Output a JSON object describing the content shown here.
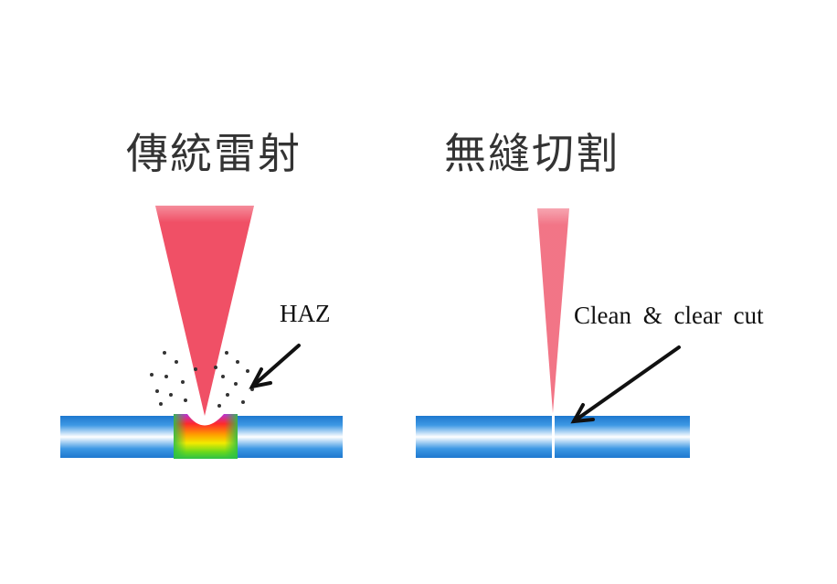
{
  "left_panel": {
    "title": "傳統雷射",
    "annotation": "HAZ",
    "beam_color": "#e8213c"
  },
  "right_panel": {
    "title": "無縫切割",
    "annotation": "Clean   & clear  cut",
    "beam_color": "#e8213c"
  },
  "colors": {
    "substrate_blue": "#2a8ad8",
    "arrow": "#111111",
    "particles": "#333333"
  }
}
